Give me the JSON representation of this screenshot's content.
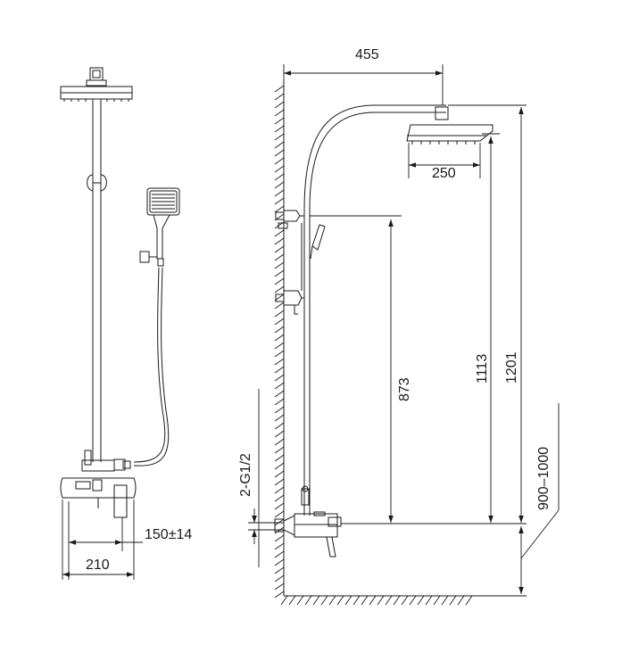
{
  "dimensions": {
    "arm_reach": "455",
    "head_width": "250",
    "bracket_to_valve": "873",
    "head_to_valve_1113": "1113",
    "top_to_valve_1201": "1201",
    "install_height": "900–1000",
    "inlet_thread": "2-G1/2",
    "inlet_spacing": "150±14",
    "valve_width": "210"
  },
  "colors": {
    "line": "#1a1a1a",
    "background": "#ffffff"
  }
}
